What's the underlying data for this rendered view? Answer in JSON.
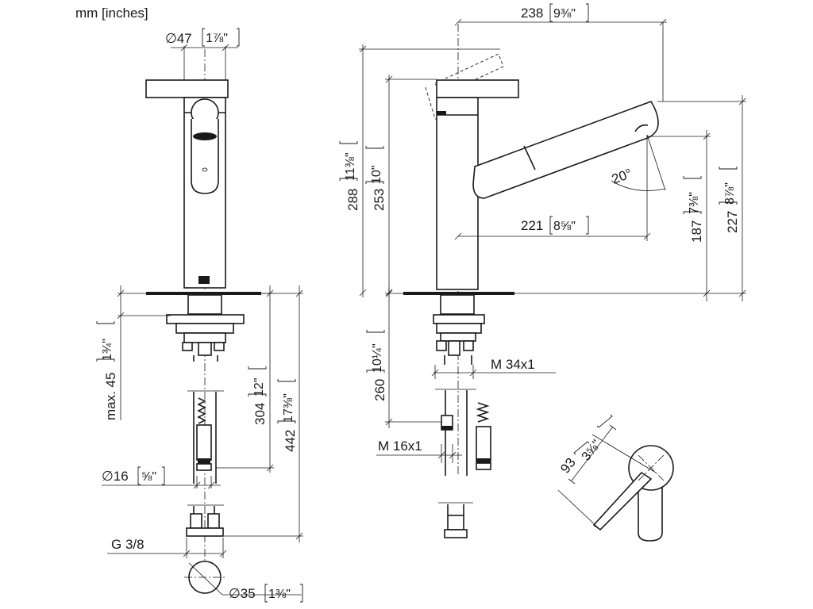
{
  "units_note": "mm [inches]",
  "dimensions": {
    "d47": "∅47",
    "d47_in": "1⅞\"",
    "w238": "238",
    "w238_in": "9⅜\"",
    "h288": "288",
    "h288_in": "11⅜\"",
    "h253": "253",
    "h253_in": "10\"",
    "angle": "20°",
    "w221": "221",
    "w221_in": "8⅝\"",
    "h187": "187",
    "h187_in": "7⅜\"",
    "h227": "227",
    "h227_in": "8⅞\"",
    "max45": "max. 45",
    "max45_in": "1¾\"",
    "h304": "304",
    "h304_in": "12\"",
    "h442": "442",
    "h442_in": "17⅜\"",
    "h260": "260",
    "h260_in": "10¼\"",
    "m34": "M 34x1",
    "m16": "M 16x1",
    "d16": "∅16",
    "d16_in": "⅝\"",
    "g38": "G 3/8",
    "d35": "∅35",
    "d35_in": "1⅜\"",
    "r93": "93",
    "r93_in": "3⅝\""
  }
}
